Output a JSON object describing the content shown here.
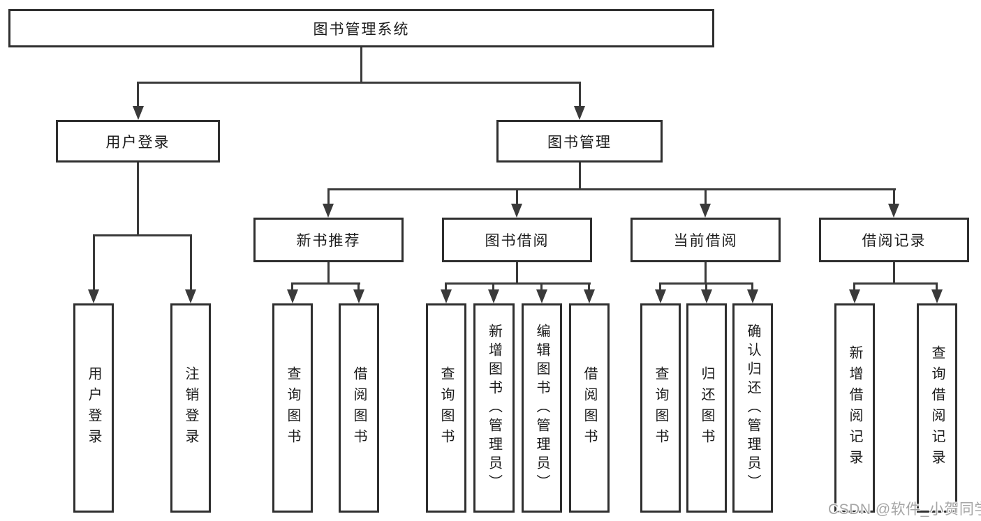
{
  "colors": {
    "line": "#3a3a3a",
    "box_border": "#2f2f2f",
    "text": "#1b1b1b",
    "watermark": "#a6a6a6",
    "background": "#ffffff"
  },
  "tree": {
    "root": {
      "label": "图书管理系统"
    },
    "branches": [
      {
        "label": "用户登录",
        "children": [
          {
            "label": "用户登录"
          },
          {
            "label": "注销登录"
          }
        ]
      },
      {
        "label": "图书管理",
        "children": [
          {
            "label": "新书推荐",
            "children": [
              {
                "label": "查询图书"
              },
              {
                "label": "借阅图书"
              }
            ]
          },
          {
            "label": "图书借阅",
            "children": [
              {
                "label": "查询图书"
              },
              {
                "label": "新增图书（管理员）"
              },
              {
                "label": "编辑图书（管理员）"
              },
              {
                "label": "借阅图书"
              }
            ]
          },
          {
            "label": "当前借阅",
            "children": [
              {
                "label": "查询图书"
              },
              {
                "label": "归还图书"
              },
              {
                "label": "确认归还（管理员）"
              }
            ]
          },
          {
            "label": "借阅记录",
            "children": [
              {
                "label": "新增借阅记录"
              },
              {
                "label": "查询借阅记录"
              }
            ]
          }
        ]
      }
    ]
  },
  "watermark": {
    "text": "CSDN @软件_小贺同学"
  }
}
